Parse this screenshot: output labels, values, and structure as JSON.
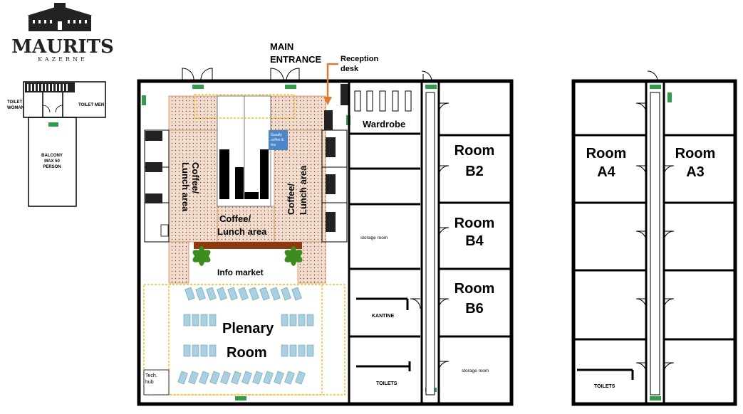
{
  "logo": {
    "brand": "MAURITS",
    "sub": "KAZERNE"
  },
  "balcony": {
    "toilet_woman": [
      "TOILET",
      "WOMAN"
    ],
    "toilet_men": "TOILET MEN",
    "balcony": [
      "BALCONY",
      "MAX 50",
      "PERSON"
    ]
  },
  "labels": {
    "main_entrance": [
      "MAIN",
      "ENTRANCE"
    ],
    "reception": [
      "Reception",
      "desk"
    ],
    "wardrobe": "Wardrobe",
    "coffee_left": [
      "Coffee/",
      "Lunch area"
    ],
    "coffee_center": [
      "Coffee/",
      "Lunch area"
    ],
    "coffee_right": [
      "Coffee/",
      "Lunch area"
    ],
    "goodly": [
      "Goodly",
      "coffee &",
      "tea"
    ],
    "info_market": "Info market",
    "plenary": [
      "Plenary",
      "Room"
    ],
    "tech_hub": [
      "Tech.",
      "hub"
    ],
    "storage_room": "storage room",
    "kantine": "KANTINE",
    "toilets": "TOILETS",
    "room_b2": [
      "Room",
      "B2"
    ],
    "room_b4": [
      "Room",
      "B4"
    ],
    "room_b6": [
      "Room",
      "B6"
    ],
    "storage_room_b": "storage room",
    "room_a4": [
      "Room",
      "A4"
    ],
    "room_a3": [
      "Room",
      "A3"
    ],
    "toilets_a": "TOILETS"
  },
  "colors": {
    "wall": "#000000",
    "carpet": "#f2dccd",
    "carpet_border": "#c98a5a",
    "dashed_yellow": "#f5b000",
    "arrow": "#e07a2e",
    "exit_green": "#2e9e4a",
    "goodly_blue": "#4a86c8",
    "bench": "#8b3a12",
    "plant": "#3d8c1e",
    "chair": "#a8d0e0"
  }
}
